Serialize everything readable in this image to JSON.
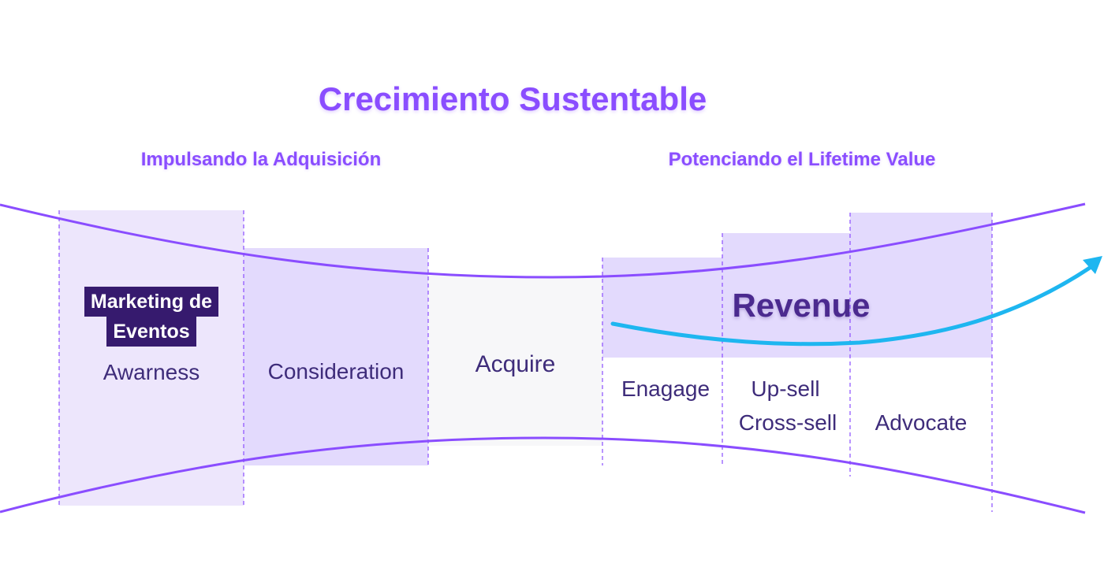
{
  "title": "Crecimiento Sustentable",
  "sections": {
    "left": "Impulsando la Adquisición",
    "right": "Potenciando el Lifetime Value"
  },
  "stages": {
    "awarness": "Awarness",
    "consideration": "Consideration",
    "acquire": "Acquire",
    "engage": "Enagage",
    "upsell": "Up-sell",
    "crosssell": "Cross-sell",
    "advocate": "Advocate"
  },
  "badge": {
    "line1": "Marketing de",
    "line2": "Eventos"
  },
  "revenue": "Revenue",
  "colors": {
    "accent": "#8a4dff",
    "arrow": "#1eb6f0",
    "badge_bg": "#361a6e",
    "box_light": "#ede6fc",
    "box_mid": "#e3dafd",
    "box_gray": "#f7f7f9",
    "text": "#3e2c7a"
  }
}
